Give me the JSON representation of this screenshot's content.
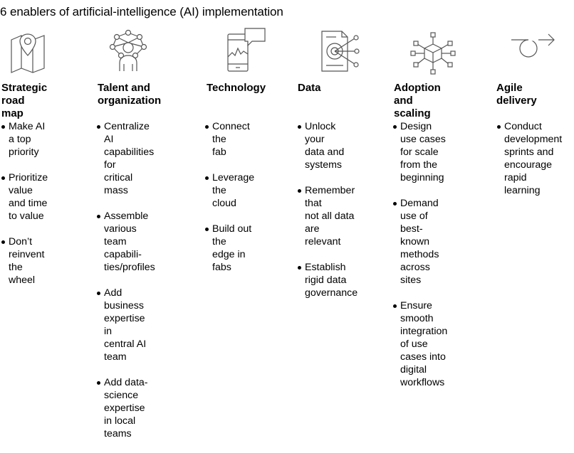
{
  "title": "6 enablers of artificial-intelligence (AI) implementation",
  "columns": [
    {
      "icon": "map-pin-icon",
      "heading": "Strategic\nroad map",
      "bullets": [
        "Make AI a top\npriority",
        "Prioritize value\nand time to value",
        "Don’t reinvent\nthe wheel"
      ]
    },
    {
      "icon": "network-person-icon",
      "heading": "Talent and\norganization",
      "bullets": [
        "Centralize AI\ncapabilities for\ncritical mass",
        "Assemble various\nteam capabili-\nties/profiles",
        "Add business\nexpertise in\ncentral AI team",
        "Add data-science\nexpertise in local\nteams"
      ]
    },
    {
      "icon": "phone-chat-icon",
      "heading": "Technology",
      "bullets": [
        "Connect the\nfab",
        "Leverage the\ncloud",
        "Build out the\nedge in fabs"
      ]
    },
    {
      "icon": "data-document-icon",
      "heading": "Data",
      "bullets": [
        "Unlock your\ndata and\nsystems",
        "Remember that\nnot all data are\nrelevant",
        "Establish\nrigid data\ngovernance"
      ]
    },
    {
      "icon": "cube-network-icon",
      "heading": "Adoption and\nscaling",
      "bullets": [
        "Design use cases\nfor scale from the\nbeginning",
        "Demand use of\nbest-known\nmethods across\nsites",
        "Ensure smooth\nintegration of use\ncases into digital\nworkflows"
      ]
    },
    {
      "icon": "loop-arrow-icon",
      "heading": "Agile delivery",
      "bullets": [
        "Conduct\ndevelopment\nsprints and\nencourage\nrapid learning"
      ]
    }
  ]
}
